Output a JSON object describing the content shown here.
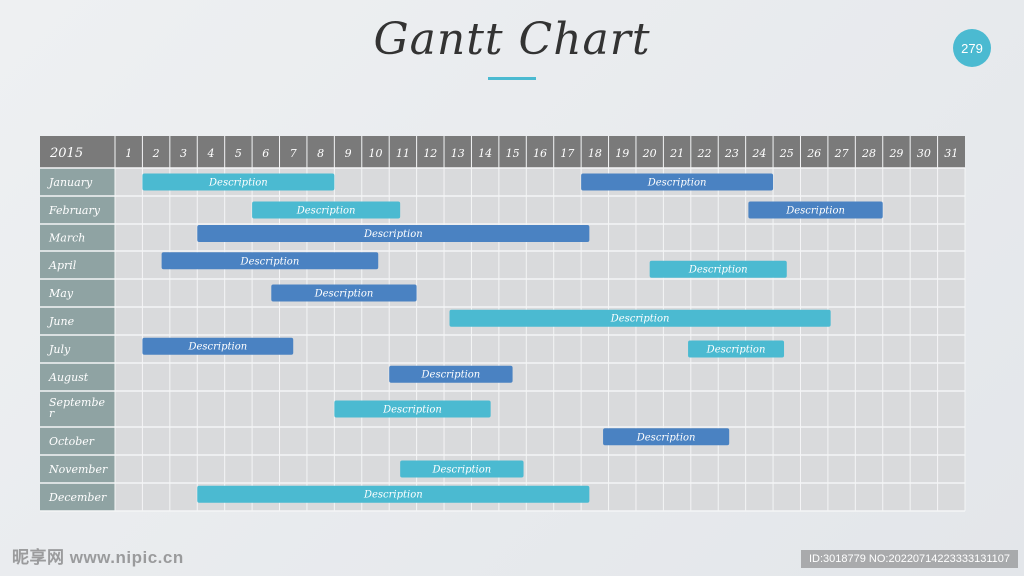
{
  "header": {
    "title": "Gantt Chart",
    "page_number": "279"
  },
  "colors": {
    "header_bg": "#7a7a7a",
    "label_bg": "#8fa3a3",
    "cell_bg": "#d9dadc",
    "grid_line": "#f4f5f6",
    "bar_light": "#4bbad1",
    "bar_dark": "#4a82c2",
    "accent": "#4bbad1"
  },
  "chart_data": {
    "type": "gantt",
    "year_label": "2015",
    "days": [
      "1",
      "2",
      "3",
      "4",
      "5",
      "6",
      "7",
      "8",
      "9",
      "10",
      "11",
      "12",
      "13",
      "14",
      "15",
      "16",
      "17",
      "18",
      "19",
      "20",
      "21",
      "22",
      "23",
      "24",
      "25",
      "26",
      "27",
      "28",
      "29",
      "30",
      "31"
    ],
    "rows": [
      {
        "month": "January",
        "tasks": [
          {
            "label": "Description",
            "start": 2,
            "end": 8,
            "color": "light",
            "offset": 0
          },
          {
            "label": "Description",
            "start": 18,
            "end": 24,
            "color": "dark",
            "offset": 0
          }
        ]
      },
      {
        "month": "February",
        "tasks": [
          {
            "label": "Description",
            "start": 6,
            "end": 10.4,
            "color": "light",
            "offset": 0
          },
          {
            "label": "Description",
            "start": 24.1,
            "end": 28,
            "color": "dark",
            "offset": 0
          }
        ]
      },
      {
        "month": "March",
        "tasks": [
          {
            "label": "Description",
            "start": 4,
            "end": 17.3,
            "color": "dark",
            "offset": -0.15
          }
        ]
      },
      {
        "month": "April",
        "tasks": [
          {
            "label": "Description",
            "start": 2.7,
            "end": 9.6,
            "color": "dark",
            "offset": -0.15
          },
          {
            "label": "Description",
            "start": 20.5,
            "end": 24.5,
            "color": "light",
            "offset": 0.15
          }
        ]
      },
      {
        "month": "May",
        "tasks": [
          {
            "label": "Description",
            "start": 6.7,
            "end": 11,
            "color": "dark",
            "offset": 0
          }
        ]
      },
      {
        "month": "June",
        "tasks": [
          {
            "label": "Description",
            "start": 13.2,
            "end": 26.1,
            "color": "light",
            "offset": -0.1
          }
        ]
      },
      {
        "month": "July",
        "tasks": [
          {
            "label": "Description",
            "start": 2,
            "end": 6.5,
            "color": "dark",
            "offset": -0.1
          },
          {
            "label": "Description",
            "start": 21.9,
            "end": 24.4,
            "color": "light",
            "offset": 0
          }
        ]
      },
      {
        "month": "August",
        "tasks": [
          {
            "label": "Description",
            "start": 11,
            "end": 14.5,
            "color": "dark",
            "offset": -0.1
          }
        ]
      },
      {
        "month": "Septembe\nr",
        "tasks": [
          {
            "label": "Description",
            "start": 9,
            "end": 13.7,
            "color": "light",
            "offset": 0
          }
        ]
      },
      {
        "month": "October",
        "tasks": [
          {
            "label": "Description",
            "start": 18.8,
            "end": 22.4,
            "color": "dark",
            "offset": -0.15
          }
        ]
      },
      {
        "month": "November",
        "tasks": [
          {
            "label": "Description",
            "start": 11.4,
            "end": 14.9,
            "color": "light",
            "offset": 0
          }
        ]
      },
      {
        "month": "December",
        "tasks": [
          {
            "label": "Description",
            "start": 4,
            "end": 17.3,
            "color": "light",
            "offset": -0.1
          }
        ]
      }
    ]
  },
  "watermark": {
    "left": "昵享网 www.nipic.cn",
    "right": "ID:3018779 NO:20220714223333131107"
  }
}
